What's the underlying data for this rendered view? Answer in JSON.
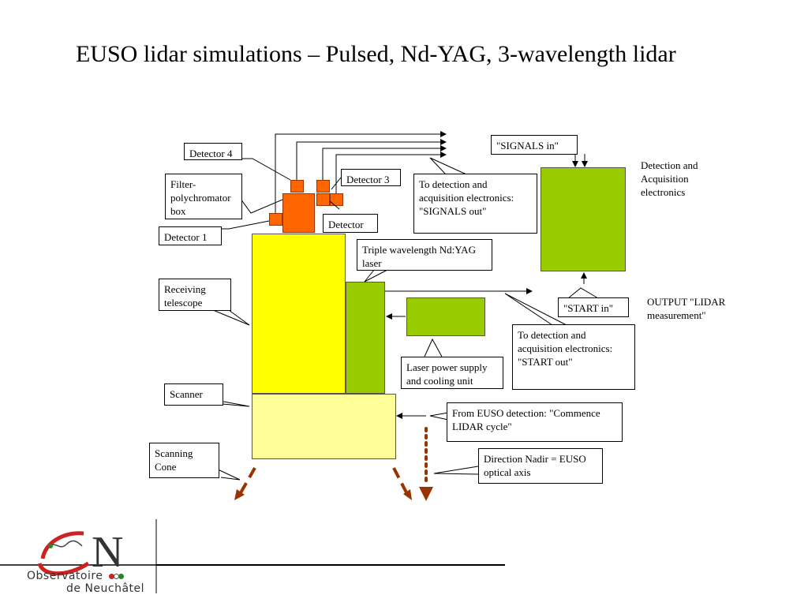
{
  "title": "EUSO lidar simulations – Pulsed, Nd-YAG,  3-wavelength lidar",
  "labels": {
    "detector4": "Detector 4",
    "detector3": "Detector 3",
    "detector": "Detector",
    "detector1": "Detector 1",
    "filter_box": "Filter-polychromator box",
    "signals_out": "To detection and acquisition electronics: \"SIGNALS out\"",
    "signals_in": "\"SIGNALS in\"",
    "detection_acq": "Detection and Acquisition electronics",
    "triple_laser": "Triple wavelength Nd:YAG laser",
    "receiving_telescope": "Receiving telescope",
    "start_in": "\"START in\"",
    "output": "OUTPUT \"LIDAR measurement\"",
    "start_out": "To detection and acquisition electronics: \"START out\"",
    "laser_power": "Laser power supply and cooling unit",
    "scanner": "Scanner",
    "commence": "From EUSO detection: \"Commence  LIDAR cycle\"",
    "scanning_cone": "Scanning Cone",
    "nadir": "Direction Nadir = EUSO optical axis"
  },
  "logo": {
    "line1": "Observatoire",
    "line2": "de Neuchâtel"
  },
  "colors": {
    "telescope": "#ffff00",
    "scanner": "#ffff99",
    "laser": "#99cc00",
    "detector": "#ff6600",
    "nadir_arrow": "#993300"
  }
}
